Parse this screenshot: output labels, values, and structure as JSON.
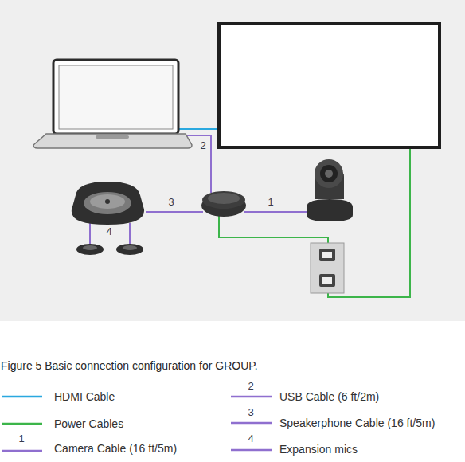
{
  "diagram": {
    "caption": "Figure 5 Basic connection configuration for GROUP.",
    "labels": [
      "2",
      "3",
      "1",
      "4",
      "2",
      "3",
      "1",
      "4"
    ],
    "legend": [
      {
        "text": "HDMI Cable"
      },
      {
        "text": "Power Cables"
      },
      {
        "text": "Camera Cable (16 ft/5m)"
      },
      {
        "text": "USB Cable (6 ft/2m)"
      },
      {
        "text": "Speakerphone Cable (16 ft/5m)"
      },
      {
        "text": "Expansion mics"
      }
    ]
  }
}
